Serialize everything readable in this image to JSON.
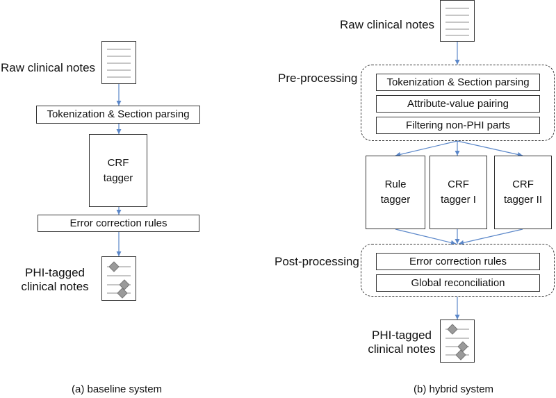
{
  "baseline": {
    "input_label": "Raw clinical notes",
    "step1": "Tokenization & Section parsing",
    "tagger_line1": "CRF",
    "tagger_line2": "tagger",
    "step3": "Error correction rules",
    "output_line1": "PHI-tagged",
    "output_line2": "clinical notes",
    "caption": "(a) baseline system"
  },
  "hybrid": {
    "input_label": "Raw clinical notes",
    "preprocessing_label": "Pre-processing",
    "pre_steps": [
      "Tokenization & Section parsing",
      "Attribute-value pairing",
      "Filtering non-PHI parts"
    ],
    "taggers": [
      {
        "line1": "Rule",
        "line2": "tagger"
      },
      {
        "line1": "CRF",
        "line2": "tagger I"
      },
      {
        "line1": "CRF",
        "line2": "tagger II"
      }
    ],
    "postprocessing_label": "Post-processing",
    "post_steps": [
      "Error correction rules",
      "Global reconciliation"
    ],
    "output_line1": "PHI-tagged",
    "output_line2": "clinical notes",
    "caption": "(b) hybrid system"
  },
  "colors": {
    "arrow": "#5b87c9",
    "border": "#333333",
    "doc_line": "#8c8c8c",
    "diamond": "#8c8c8c"
  }
}
